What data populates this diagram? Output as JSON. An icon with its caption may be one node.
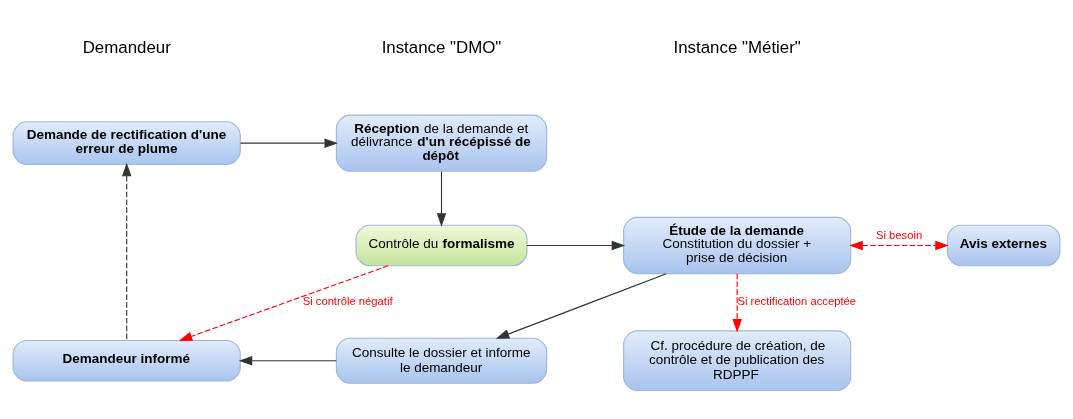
{
  "diagram": {
    "nodes": [
      {
        "text": [
          "Demande de rectification d'une erreur de plume"
        ]
      },
      {
        "text": [
          "**Réception** de la demande et délivrance **d'un récépissé de dépôt**"
        ]
      },
      {
        "text": [
          "Contrôle du **formalisme**"
        ]
      },
      {
        "text": [
          "**Étude de la demande**",
          "Constitution du dossier + prise de décision"
        ]
      },
      {
        "text": [
          "Avis externes"
        ]
      },
      {
        "text": [
          "Demandeur informé"
        ]
      },
      {
        "text": [
          "Consulte le dossier et informe le demandeur"
        ]
      },
      {
        "text": [
          "Cf. procédure de création, de contrôle et de publication des RDPPF"
        ]
      }
    ],
    "edges": [
      {
        "from": 0,
        "to": 1,
        "arrow": "to"
      },
      {
        "from": 1,
        "to": 2,
        "arrow": "to"
      },
      {
        "from": 2,
        "to": 3,
        "arrow": "to"
      },
      {
        "from": 3,
        "to": 4,
        "arrow": "both",
        "label": "Si besoin",
        "style": "dashed",
        "color": "#ff0000"
      },
      {
        "from": 2,
        "to": 5,
        "arrow": "to",
        "label": "Si contrôle négatif",
        "style": "dashed",
        "color": "#ff0000"
      },
      {
        "from": 3,
        "to": 6,
        "arrow": "to"
      },
      {
        "from": 6,
        "to": 5,
        "arrow": "to"
      },
      {
        "from": 5,
        "to": 0,
        "arrow": "to",
        "style": "dashed"
      },
      {
        "from": 3,
        "to": 7,
        "arrow": "to",
        "label": "Si rectification acceptée",
        "style": "dashed",
        "color": "#ff0000"
      }
    ],
    "labels": [
      "Demandeur",
      "Instance \"DMO\"",
      "Instance \"Métier\""
    ]
  }
}
